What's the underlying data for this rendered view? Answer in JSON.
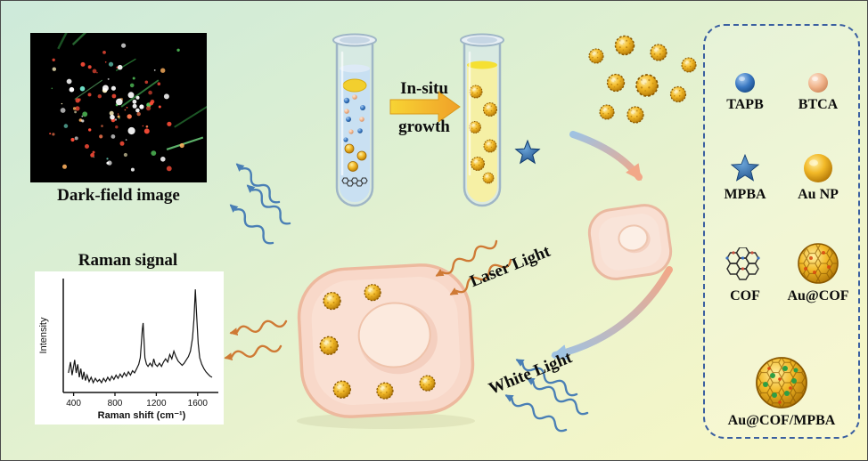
{
  "figure": {
    "dark_field_label": "Dark-field image",
    "raman_label": "Raman signal",
    "growth_arrow": {
      "line1": "In-situ",
      "line2": "growth"
    },
    "laser_light_label": "Laser Light",
    "white_light_label": "White Light"
  },
  "legend": {
    "items": [
      {
        "label": "TAPB",
        "icon": "tapb-sphere-icon",
        "color": "#2f6db5"
      },
      {
        "label": "BTCA",
        "icon": "btca-sphere-icon",
        "color": "#efb48c"
      },
      {
        "label": "MPBA",
        "icon": "mpba-star-icon",
        "color": "#1f5fa8"
      },
      {
        "label": "Au NP",
        "icon": "au-np-sphere-icon",
        "color": "#f2b928"
      },
      {
        "label": "COF",
        "icon": "cof-lattice-icon",
        "color": "#2b2b2b"
      },
      {
        "label": "Au@COF",
        "icon": "au-at-cof-sphere-icon",
        "color": "#f2b928"
      },
      {
        "label": "Au@COF/MPBA",
        "icon": "au-at-cof-mpba-sphere-icon",
        "color": "#f2b928"
      }
    ]
  },
  "chart_data": {
    "type": "line",
    "title": "Raman signal",
    "xlabel": "Raman shift (cm⁻¹)",
    "ylabel": "Intensity",
    "x_ticks": [
      400,
      800,
      1200,
      1600
    ],
    "xlim": [
      300,
      1800
    ],
    "ylim": [
      0,
      1
    ],
    "grid": false,
    "line_color": "#151515",
    "x": [
      350,
      370,
      385,
      400,
      410,
      425,
      440,
      455,
      470,
      485,
      500,
      515,
      530,
      550,
      570,
      590,
      610,
      630,
      650,
      670,
      690,
      710,
      730,
      750,
      770,
      790,
      810,
      830,
      850,
      870,
      890,
      910,
      930,
      950,
      970,
      990,
      1010,
      1030,
      1045,
      1055,
      1065,
      1072,
      1080,
      1090,
      1105,
      1120,
      1140,
      1160,
      1175,
      1190,
      1210,
      1230,
      1250,
      1270,
      1290,
      1310,
      1330,
      1350,
      1370,
      1390,
      1410,
      1430,
      1450,
      1470,
      1490,
      1510,
      1530,
      1550,
      1565,
      1578,
      1590,
      1605,
      1620,
      1640,
      1660,
      1680,
      1700,
      1720,
      1740
    ],
    "y": [
      0.18,
      0.28,
      0.16,
      0.24,
      0.3,
      0.18,
      0.26,
      0.14,
      0.22,
      0.12,
      0.19,
      0.11,
      0.16,
      0.1,
      0.14,
      0.09,
      0.13,
      0.1,
      0.12,
      0.09,
      0.13,
      0.1,
      0.14,
      0.11,
      0.15,
      0.12,
      0.16,
      0.13,
      0.17,
      0.14,
      0.18,
      0.15,
      0.19,
      0.16,
      0.2,
      0.18,
      0.22,
      0.26,
      0.32,
      0.45,
      0.58,
      0.64,
      0.5,
      0.32,
      0.26,
      0.24,
      0.27,
      0.24,
      0.31,
      0.26,
      0.24,
      0.27,
      0.24,
      0.28,
      0.31,
      0.28,
      0.35,
      0.31,
      0.38,
      0.33,
      0.29,
      0.27,
      0.25,
      0.27,
      0.3,
      0.33,
      0.38,
      0.5,
      0.68,
      0.95,
      0.72,
      0.45,
      0.32,
      0.26,
      0.22,
      0.19,
      0.17,
      0.15,
      0.14
    ]
  },
  "colors": {
    "background_top": "#cdeada",
    "background_bottom": "#f8f7c4",
    "legend_border": "#3a5fa0",
    "laser_arrow_orange": "#cf7a35",
    "light_arrow_blue": "#4a7fb5",
    "gold": "#f2b928"
  }
}
